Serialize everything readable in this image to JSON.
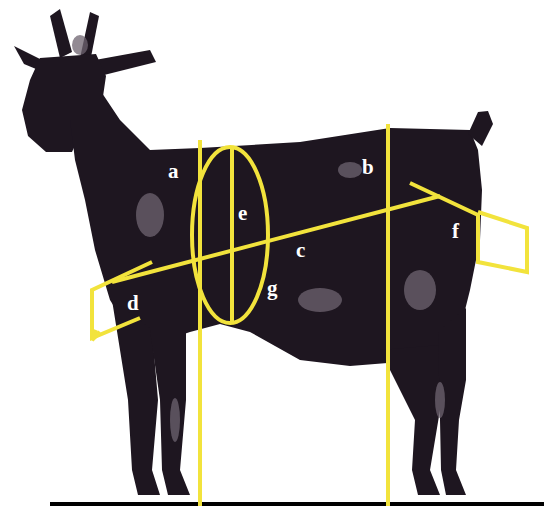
{
  "diagram": {
    "labels": [
      "a",
      "b",
      "e",
      "c",
      "g",
      "d",
      "f"
    ]
  }
}
